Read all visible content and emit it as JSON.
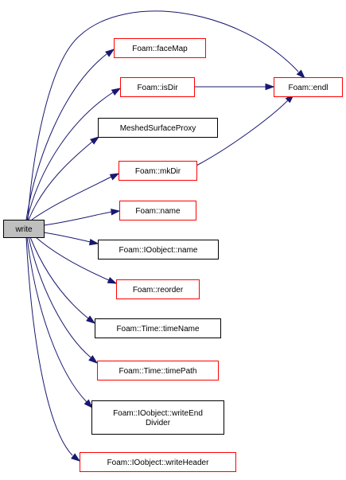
{
  "root": {
    "id": "write",
    "label": "write"
  },
  "nodes": [
    {
      "id": "faceMap",
      "label": "Foam::faceMap",
      "border": "red"
    },
    {
      "id": "isDir",
      "label": "Foam::isDir",
      "border": "red"
    },
    {
      "id": "endl",
      "label": "Foam::endl",
      "border": "red"
    },
    {
      "id": "meshedSurfaceProxy",
      "label": "MeshedSurfaceProxy",
      "border": "black"
    },
    {
      "id": "mkDir",
      "label": "Foam::mkDir",
      "border": "red"
    },
    {
      "id": "name",
      "label": "Foam::name",
      "border": "red"
    },
    {
      "id": "ioobjectName",
      "label": "Foam::IOobject::name",
      "border": "black"
    },
    {
      "id": "reorder",
      "label": "Foam::reorder",
      "border": "red"
    },
    {
      "id": "timeName",
      "label": "Foam::Time::timeName",
      "border": "black"
    },
    {
      "id": "timePath",
      "label": "Foam::Time::timePath",
      "border": "red"
    },
    {
      "id": "writeEndDivider",
      "label": [
        "Foam::IOobject::writeEnd",
        "Divider"
      ],
      "border": "black"
    },
    {
      "id": "writeHeader",
      "label": "Foam::IOobject::writeHeader",
      "border": "red"
    }
  ],
  "edges": [
    [
      "write",
      "endl"
    ],
    [
      "write",
      "faceMap"
    ],
    [
      "write",
      "isDir"
    ],
    [
      "write",
      "meshedSurfaceProxy"
    ],
    [
      "write",
      "mkDir"
    ],
    [
      "write",
      "name"
    ],
    [
      "write",
      "ioobjectName"
    ],
    [
      "write",
      "reorder"
    ],
    [
      "write",
      "timeName"
    ],
    [
      "write",
      "timePath"
    ],
    [
      "write",
      "writeEndDivider"
    ],
    [
      "write",
      "writeHeader"
    ],
    [
      "isDir",
      "endl"
    ],
    [
      "mkDir",
      "endl"
    ]
  ],
  "colors": {
    "edge": "#191970",
    "rootFill": "#bfbfbf",
    "redBorder": "#ff0000",
    "blackBorder": "#000000"
  }
}
